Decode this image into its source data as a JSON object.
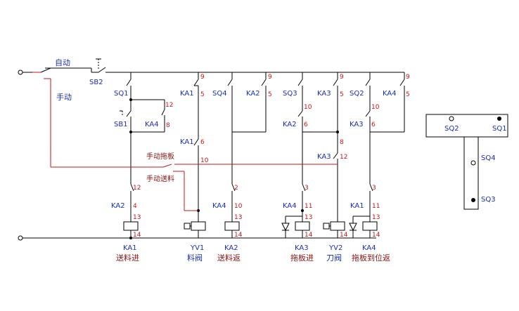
{
  "mode_labels": {
    "auto": "自动",
    "manual": "手动"
  },
  "switches": {
    "sb2": "SB2",
    "sb1": "SB1",
    "sq1": "SQ1",
    "sq2": "SQ2",
    "sq3": "SQ3",
    "sq4": "SQ4",
    "ka1": "KA1",
    "ka2": "KA2",
    "ka3": "KA3",
    "ka4": "KA4"
  },
  "manual_labels": {
    "tow": "手动拖板",
    "feed": "手动送料"
  },
  "coils": [
    {
      "tag": "KA1",
      "name": "送料进"
    },
    {
      "tag": "YV1",
      "name": "料阀"
    },
    {
      "tag": "KA2",
      "name": "送料返"
    },
    {
      "tag": "KA3",
      "name": "拖板进"
    },
    {
      "tag": "YV2",
      "name": "刀阀"
    },
    {
      "tag": "KA4",
      "name": "拖板到位返"
    }
  ],
  "terminals": {
    "n9": "9",
    "n5": "5",
    "n12": "12",
    "n8": "8",
    "n6": "6",
    "n10": "10",
    "n4": "4",
    "n13": "13",
    "n14": "14",
    "n2": "2",
    "n3": "3",
    "n11": "11"
  },
  "sensor_panel": {
    "top_left": "SQ2",
    "top_right": "SQ1",
    "v_top": "SQ4",
    "v_bottom": "SQ3"
  }
}
